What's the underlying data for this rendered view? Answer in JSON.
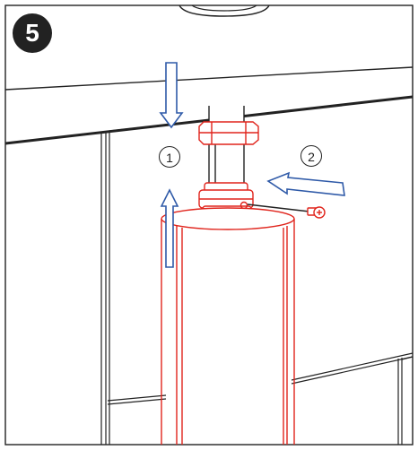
{
  "step": {
    "number": "5"
  },
  "callouts": [
    {
      "label": "1"
    },
    {
      "label": "2"
    }
  ],
  "colors": {
    "outline": "#222222",
    "component": "#e0241c",
    "arrow": "#2f5aa8"
  }
}
